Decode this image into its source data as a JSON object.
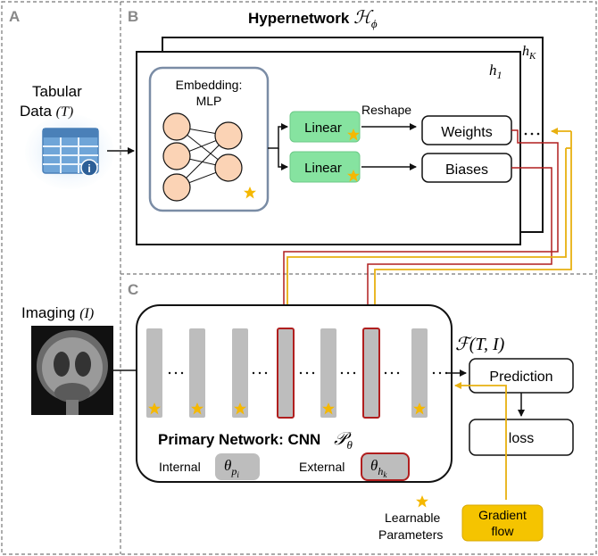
{
  "panels": {
    "a": "A",
    "b": "B",
    "c": "C"
  },
  "tabular": {
    "line1": "Tabular",
    "line2": "Data",
    "symbol": "(T)"
  },
  "imaging": {
    "label": "Imaging",
    "symbol": "(I)"
  },
  "hypernetwork": {
    "title": "Hypernetwork",
    "symbol": "ℋ",
    "symbol_sub": "ϕ",
    "stack_label_top": "h",
    "stack_label_top_sub": "K",
    "stack_label_front": "h",
    "stack_label_front_sub": "1",
    "embedding_line1": "Embedding:",
    "embedding_line2": "MLP",
    "linear_top": "Linear",
    "linear_bottom": "Linear",
    "reshape": "Reshape",
    "weights": "Weights",
    "biases": "Biases"
  },
  "primary": {
    "title": "Primary Network: CNN",
    "symbol": "𝒫",
    "symbol_sub": "θ",
    "internal_label": "Internal",
    "internal_theta": "θ",
    "internal_sub": "p",
    "internal_subsub": "i",
    "external_label": "External",
    "external_theta": "θ",
    "external_sub": "h",
    "external_subsub": "k"
  },
  "output": {
    "function": "ℱ(T, I)",
    "prediction": "Prediction",
    "loss": "loss"
  },
  "legend": {
    "learnable_line1": "Learnable",
    "learnable_line2": "Parameters",
    "gradient_line1": "Gradient",
    "gradient_line2": "flow"
  },
  "colors": {
    "gold": "#F5B800",
    "gradient_line": "#E8B010",
    "red": "#B01E1E",
    "green": "#86E3A0",
    "layer_gray": "#BDBDBD",
    "frame": "#777777"
  }
}
